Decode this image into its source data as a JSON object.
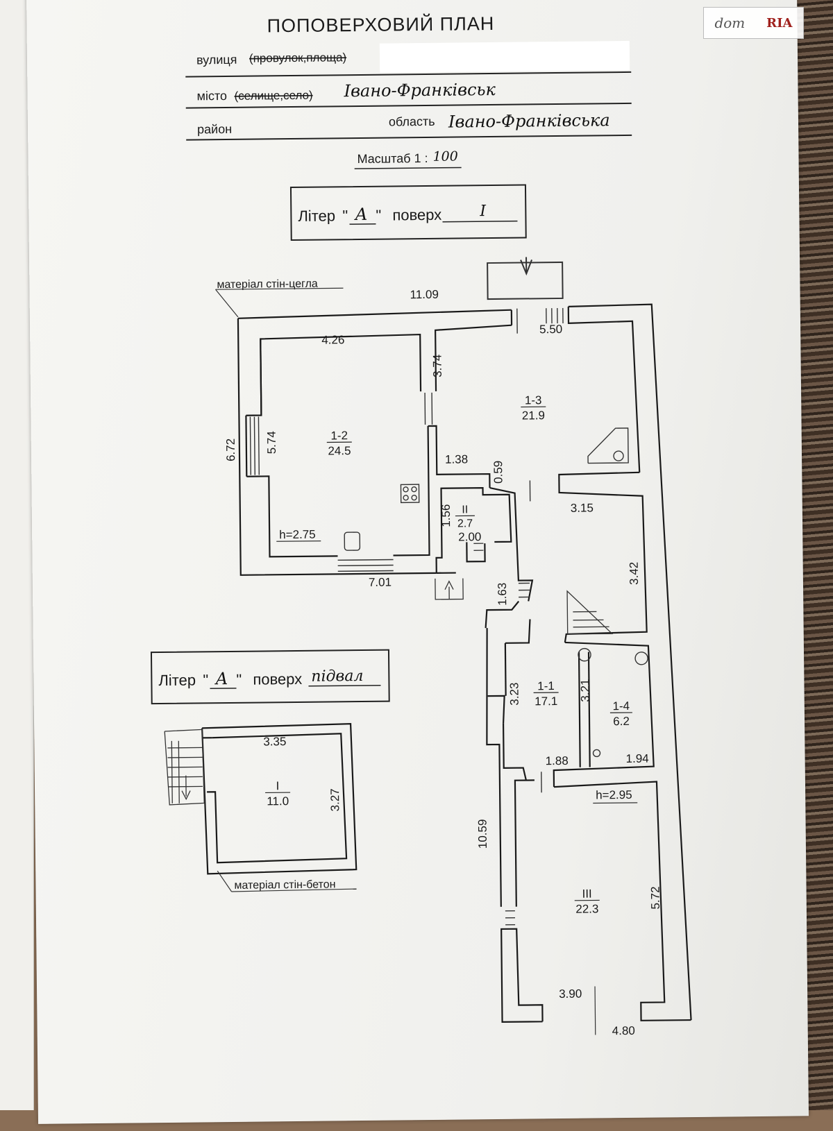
{
  "header": {
    "title": "ПОПОВЕРХОВИЙ ПЛАН",
    "street_label": "вулиця",
    "street_struck": "(провулок,площа)",
    "city_label": "місто",
    "city_struck": "(селище,село)",
    "city_value": "Івано-Франківськ",
    "district_label": "район",
    "oblast_label": "область",
    "oblast_value": "Івано-Франківська",
    "scale_label": "Масштаб 1 :",
    "scale_value": "100"
  },
  "floor1": {
    "liter_label": "Літер",
    "liter_value": "А",
    "floor_label": "поверх",
    "floor_value": "I",
    "wall_material": "матеріал стін-цегла"
  },
  "basement": {
    "liter_label": "Літер",
    "liter_value": "А",
    "floor_label": "поверх",
    "floor_value": "підвал",
    "wall_material": "матеріал стін-бетон"
  },
  "rooms": [
    {
      "id": "1-2",
      "area": "24.5"
    },
    {
      "id": "1-3",
      "area": "21.9"
    },
    {
      "id": "II",
      "area": "2.7"
    },
    {
      "id": "1-1",
      "area": "17.1"
    },
    {
      "id": "1-4",
      "area": "6.2"
    },
    {
      "id": "III",
      "area": "22.3"
    },
    {
      "id": "I",
      "area": "11.0"
    }
  ],
  "dimensions": [
    "11.09",
    "4.26",
    "5.50",
    "3.74",
    "6.72",
    "5.74",
    "1.38",
    "0.59",
    "1.56",
    "2.00",
    "h=2.75",
    "7.01",
    "3.15",
    "3.42",
    "1.63",
    "3.23",
    "3.21",
    "1.88",
    "1.94",
    "h=2.95",
    "10.59",
    "5.72",
    "3.90",
    "4.80",
    "3.35",
    "3.27"
  ],
  "colors": {
    "ink": "#1a1a1a",
    "paper": "#f4f4f1",
    "wood": "#4a392c",
    "ria_red": "#a0201c"
  },
  "watermark": {
    "left": "dom",
    "right": "RIA"
  }
}
